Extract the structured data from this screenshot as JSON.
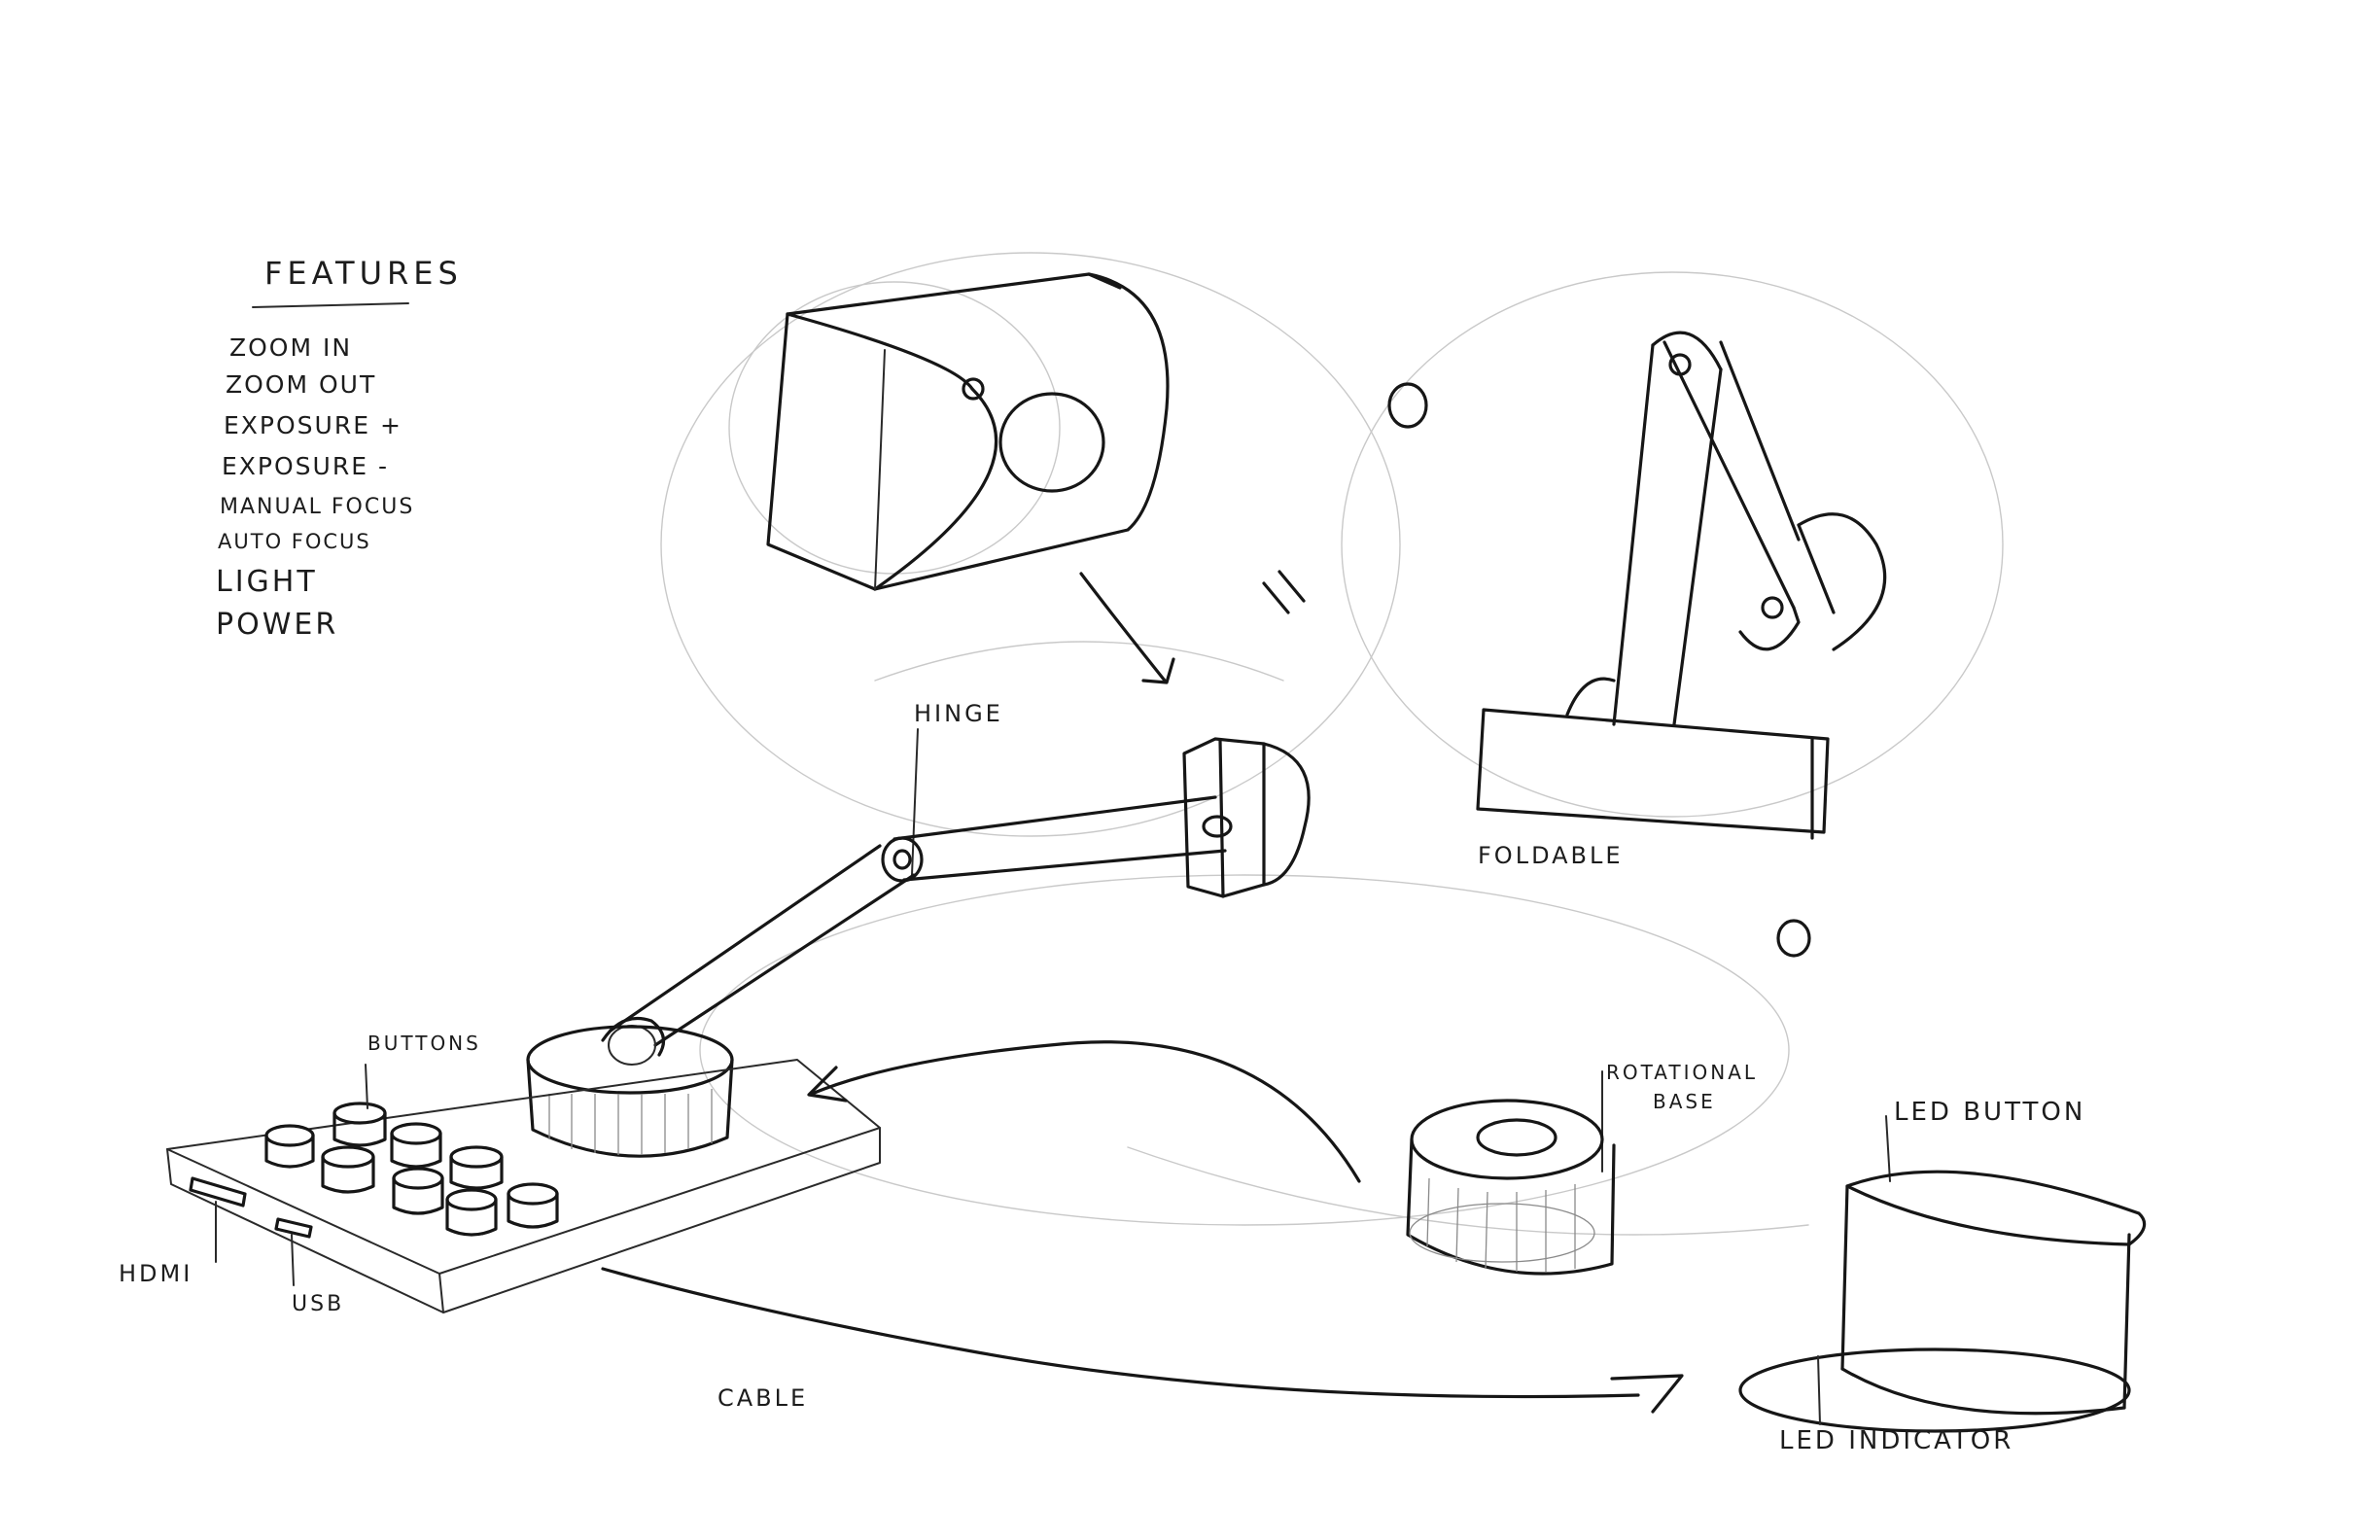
{
  "features": {
    "title": "FEATURES",
    "items": [
      "ZOOM IN",
      "ZOOM OUT",
      "EXPOSURE +",
      "EXPOSURE -",
      "MANUAL FOCUS",
      "AUTO FOCUS",
      "LIGHT",
      "POWER"
    ]
  },
  "labels": {
    "hinge": "HINGE",
    "foldable": "FOLDABLE",
    "buttons": "BUTTONS",
    "hdmi": "HDMI",
    "usb": "USB",
    "cable": "CABLE",
    "rotational_base": "ROTATIONAL",
    "rotational_base_2": "BASE",
    "led_button": "LED BUTTON",
    "led_indicator": "LED INDICATOR"
  },
  "marks": {
    "equals": "="
  }
}
